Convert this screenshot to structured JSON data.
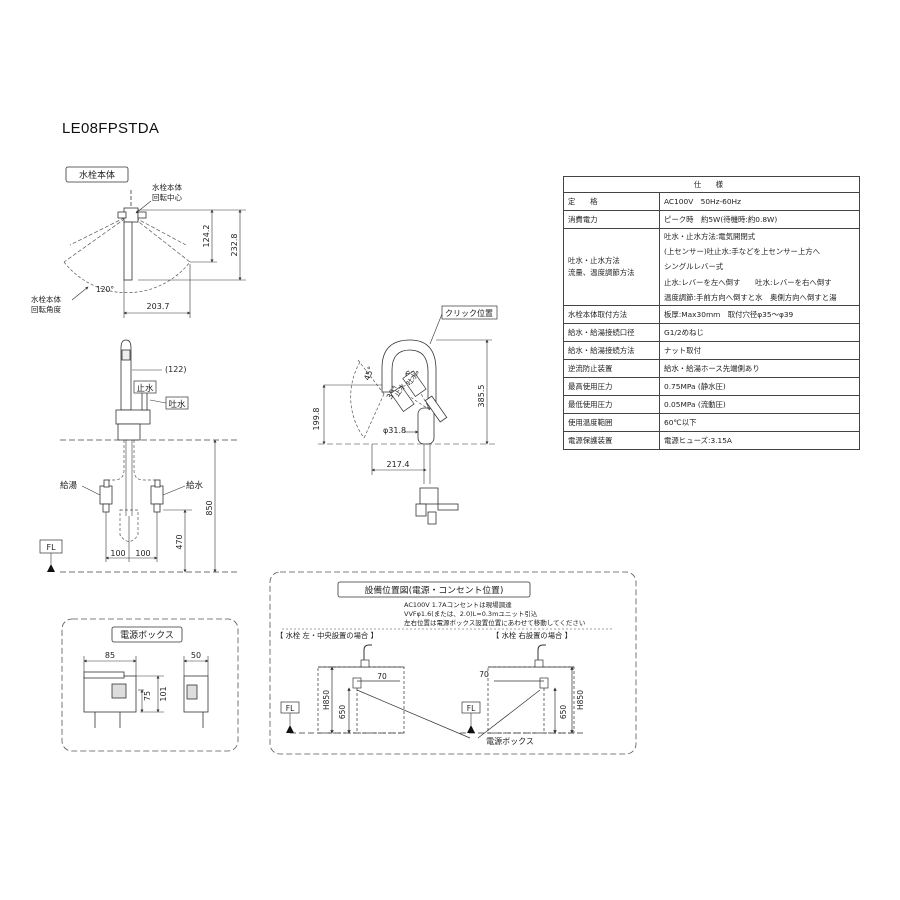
{
  "model_number": "LE08FPSTDA",
  "faucet_body": {
    "title": "水栓本体",
    "rotation_center_label": [
      "水栓本体",
      "回転中心"
    ],
    "rotation_angle_label": [
      "水栓本体",
      "回転角度"
    ],
    "angle": "120°",
    "dim_width": "203.7",
    "dim_height_upper": "124.2",
    "dim_height_total": "232.8"
  },
  "side_view": {
    "dim_122": "(122)",
    "stop_label": "止水",
    "spout_label": "吐水",
    "hot_supply_label": "給湯",
    "cold_supply_label": "給水",
    "dim_850": "850",
    "dim_470": "470",
    "dim_100_left": "100",
    "dim_100_right": "100",
    "floor_label": "FL"
  },
  "spout_view": {
    "click_position_label": "クリック位置",
    "angle_45": "45°",
    "angle_60": "60°",
    "angle_30": "30°",
    "stop_label": "止水",
    "spout_label": "吐水",
    "dim_199_8": "199.8",
    "dim_385_5": "385.5",
    "dim_diameter": "φ31.8",
    "dim_217_4": "217.4"
  },
  "spec_table": {
    "title": "仕 様",
    "rows": [
      {
        "label": "定　　格",
        "value": [
          "AC100V　50Hz-60Hz"
        ]
      },
      {
        "label": "消費電力",
        "value": [
          "ピーク時　約5W(待機時:約0.8W)"
        ]
      },
      {
        "label": "吐水・止水方法\n流量、温度調節方法",
        "value": [
          "吐水・止水方法:電気開閉式",
          "(上センサー)吐止水:手などを上センサー上方へ",
          "シングルレバー式",
          "止水:レバーを左へ倒す　　吐水:レバーを右へ倒す",
          "温度調節:手前方向へ倒すと水　奥側方向へ倒すと湯"
        ]
      },
      {
        "label": "水栓本体取付方法",
        "value": [
          "板厚:Max30mm　取付穴径φ35～φ39"
        ]
      },
      {
        "label": "給水・給湯接続口径",
        "value": [
          "G1/2めねじ"
        ]
      },
      {
        "label": "給水・給湯接続方法",
        "value": [
          "ナット取付"
        ]
      },
      {
        "label": "逆流防止装置",
        "value": [
          "給水・給湯ホース先端側あり"
        ]
      },
      {
        "label": "最高使用圧力",
        "value": [
          "0.75MPa (静水圧)"
        ]
      },
      {
        "label": "最低使用圧力",
        "value": [
          "0.05MPa (流動圧)"
        ]
      },
      {
        "label": "使用温度範囲",
        "value": [
          "60℃以下"
        ]
      },
      {
        "label": "電源保護装置",
        "value": [
          "電源ヒューズ:3.15A"
        ]
      }
    ]
  },
  "power_box": {
    "title": "電源ボックス",
    "dim_85": "85",
    "dim_50": "50",
    "dim_75": "75",
    "dim_101": "101"
  },
  "equipment_layout": {
    "title": "設備位置図(電源・コンセント位置)",
    "note_lines": [
      "AC100V 1.7Aコンセントは現場調達",
      "VVFφ1.6(または、2.0)L=0.3mユニット引込",
      "左右位置は電源ボックス設置位置にあわせて移動してください"
    ],
    "left_case": "【 水栓 左・中央設置の場合 】",
    "right_case": "【 水栓 右設置の場合 】",
    "dim_70_left": "70",
    "dim_70_right": "70",
    "dim_650_left": "650",
    "dim_650_right": "650",
    "dim_h850_left": "H850",
    "dim_h850_right": "H850",
    "floor_left": "FL",
    "floor_right": "FL",
    "power_box_label": "電源ボックス"
  }
}
